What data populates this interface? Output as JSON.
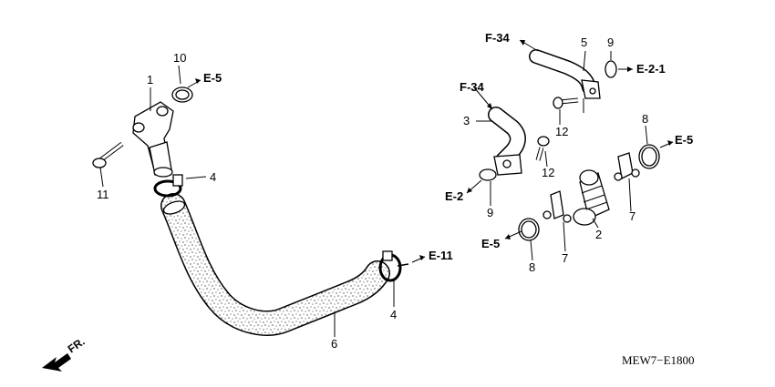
{
  "callouts": {
    "n1": "1",
    "n2": "2",
    "n3": "3",
    "n4a": "4",
    "n4b": "4",
    "n5": "5",
    "n6": "6",
    "n7a": "7",
    "n7b": "7",
    "n8a": "8",
    "n8b": "8",
    "n9a": "9",
    "n9b": "9",
    "n10": "10",
    "n11": "11",
    "n12a": "12",
    "n12b": "12"
  },
  "references": {
    "e5_a": "E-5",
    "e5_b": "E-5",
    "e5_c": "E-5",
    "f34_a": "F-34",
    "f34_b": "F-34",
    "e2_1": "E-2-1",
    "e2": "E-2",
    "e11": "E-11"
  },
  "direction_label": "FR.",
  "diagram_code": "MEW7−E1800"
}
